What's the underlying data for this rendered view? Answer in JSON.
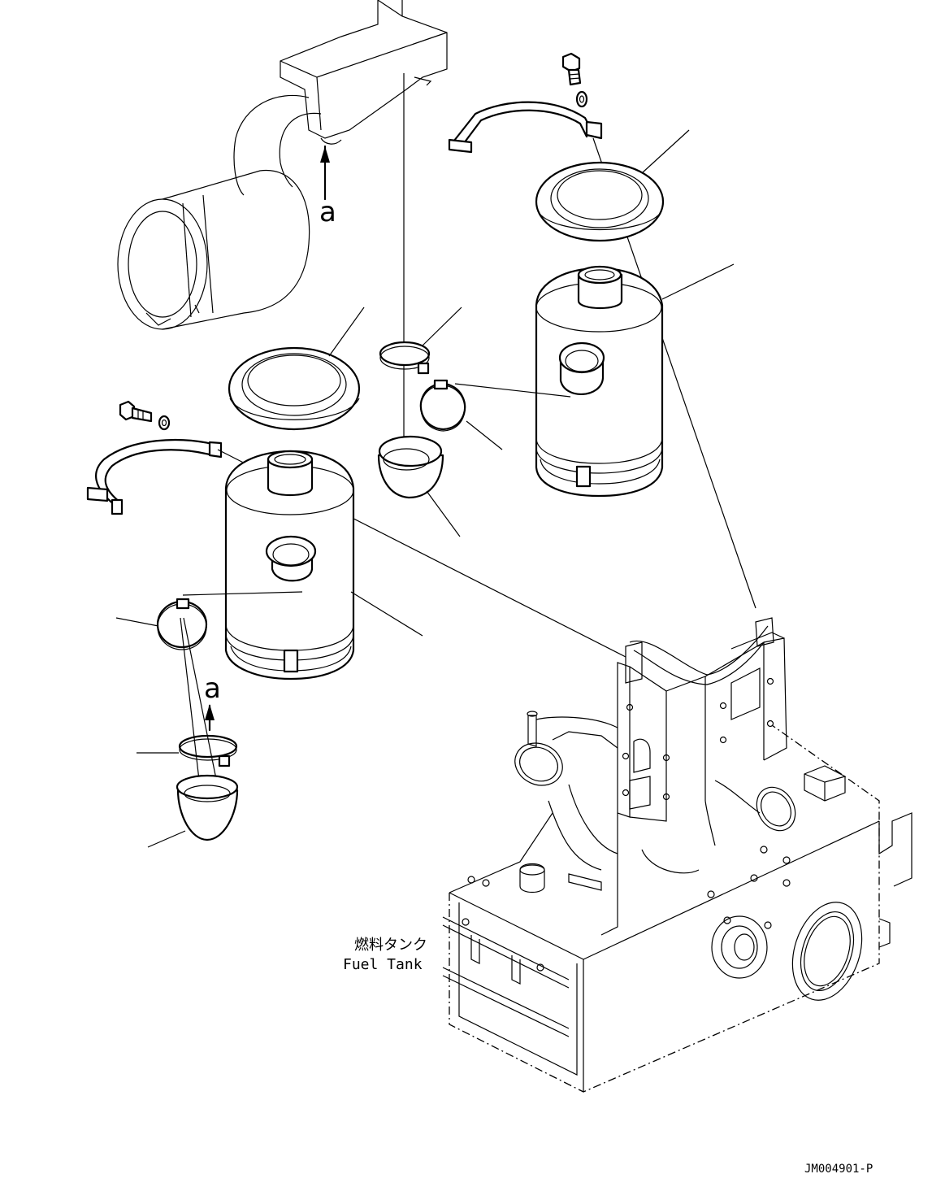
{
  "fuel_tank_label_jp": "燃料タンク",
  "fuel_tank_label_en": "Fuel Tank",
  "view_marker_top": "a",
  "view_marker_lower": "a",
  "drawing_code": "JM004901-P"
}
